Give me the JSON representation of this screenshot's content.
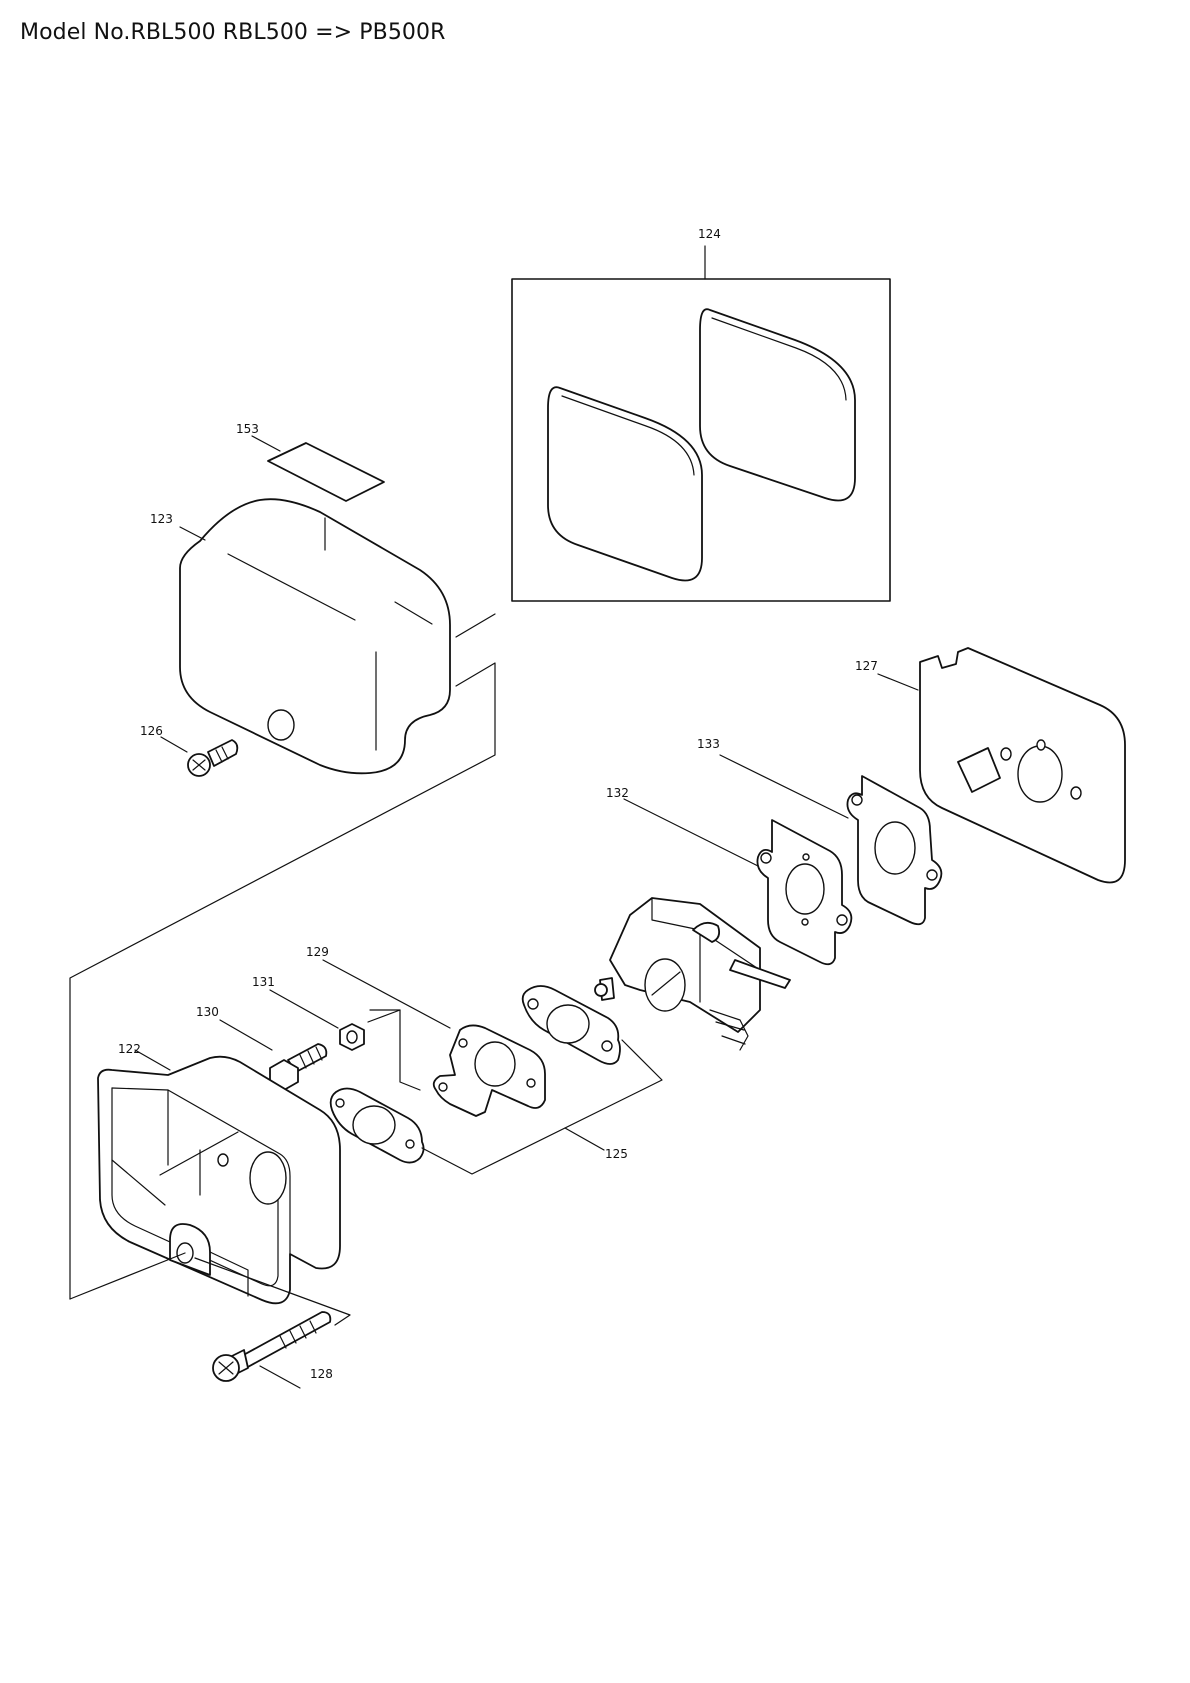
{
  "title": "Model No.RBL500 RBL500 => PB500R",
  "parts": {
    "p122": "122",
    "p123": "123",
    "p124": "124",
    "p125": "125",
    "p126": "126",
    "p127": "127",
    "p128": "128",
    "p129": "129",
    "p130": "130",
    "p131": "131",
    "p132": "132",
    "p133": "133",
    "p153": "153"
  }
}
